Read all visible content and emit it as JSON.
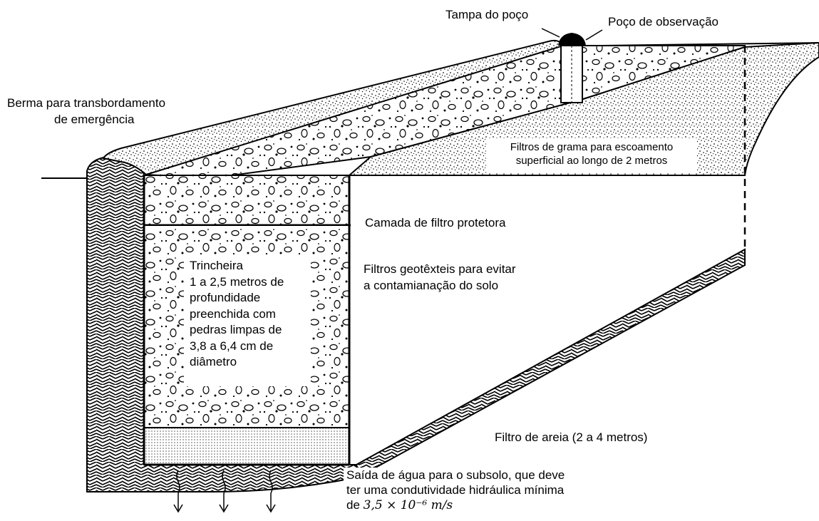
{
  "labels": {
    "tampa": "Tampa do poço",
    "poco": "Poço de observação",
    "berma_l1": "Berma para transbordamento",
    "berma_l2": "de emergência",
    "filtros_grama_l1": "Filtros de grama para escoamento",
    "filtros_grama_l2": "superficial ao longo de 2 metros",
    "camada": "Camada de filtro protetora",
    "trincheira": [
      "Trincheira",
      "1 a 2,5 metros de",
      "profundidade",
      "preenchida com",
      "pedras limpas de",
      "3,8 a 6,4 cm de",
      "diâmetro"
    ],
    "geotexteis_l1": "Filtros geotêxteis para evitar",
    "geotexteis_l2": "a contamianação do solo",
    "areia": "Filtro de areia (2 a 4 metros)",
    "saida_l1": "Saída de água para o subsolo, que deve",
    "saida_l2": "ter uma condutividade hidráulica mínima",
    "saida_l3_prefix": "de",
    "saida_l3_math": "3,5 × 10⁻⁶ m/s"
  },
  "colors": {
    "ink": "#000000",
    "background": "#ffffff",
    "sand": "#d9d9d9"
  }
}
